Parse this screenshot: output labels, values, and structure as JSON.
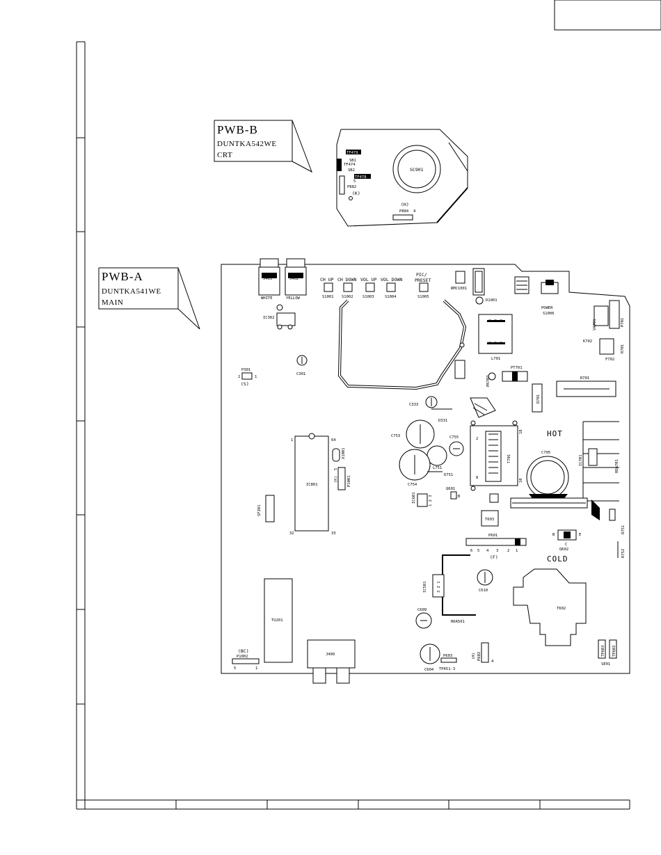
{
  "boards": {
    "pwb_b": {
      "title": "PWB-B",
      "part": "DUNTKA542WE",
      "unit": "CRT"
    },
    "pwb_a": {
      "title": "PWB-A",
      "part": "DUNTKA541WE",
      "unit": "MAIN"
    }
  },
  "crt_board": {
    "socket": "SC901",
    "connector": "P884",
    "connector_pins": "4",
    "connector_group": "(H)",
    "p882": "P882",
    "p882_pins": "5",
    "p882_group": "(K)",
    "labels": [
      "TF479",
      "TF478",
      "TF474",
      "SB2",
      "SB1"
    ]
  },
  "main_board": {
    "jacks": [
      {
        "ref": "J403",
        "color": "WHITE"
      },
      {
        "ref": "J402",
        "color": "YELLOW"
      }
    ],
    "switches": [
      {
        "label": "CH UP",
        "ref": "S1001"
      },
      {
        "label": "CH DOWN",
        "ref": "S1002"
      },
      {
        "label": "VOL UP",
        "ref": "S1003"
      },
      {
        "label": "VOL DOWN",
        "ref": "S1004"
      },
      {
        "label": "PIC/\nPRESET",
        "ref": "S1005"
      }
    ],
    "rmc": "RMC1001",
    "led": "D1001",
    "power": {
      "label": "POWER",
      "ref": "S1006"
    },
    "ic302": "IC302",
    "c301": "C301",
    "p301": {
      "ref": "P301",
      "pin_left": "2",
      "pin_right": "1",
      "group": "(S)"
    },
    "c333": "C333",
    "d331": "D331",
    "l701": "L701",
    "pr702": "PR702",
    "pt701": "PT701",
    "d701": "D701",
    "r701": "R701",
    "va701": "VA701",
    "p701": "P701",
    "k702": "K702",
    "r701b": "R701",
    "f702": "F702",
    "ic801": "IC801",
    "ic801_pins": {
      "top_left": "1",
      "top_right": "64",
      "bottom_left": "32",
      "bottom_right": "33"
    },
    "x1001": "X1001",
    "p1001": {
      "ref": "P1001",
      "group": "(K)",
      "pin": "5"
    },
    "sf201": "SF201",
    "c753": "C753",
    "c755": "C755",
    "l751": "L751",
    "c754": "C754",
    "d751": "D751",
    "t701": {
      "ref": "T701",
      "pin_top_left": "2",
      "pin_top_right": "18",
      "pin_bottom_left": "8",
      "pin_bottom_right": "10"
    },
    "hot_label": "HOT",
    "c705": "C705",
    "ic701": "IC701",
    "rda701": "RDA701",
    "ic601": {
      "ref": "IC601",
      "pins": "1 2 3"
    },
    "q601": {
      "ref": "Q601",
      "pin": "B"
    },
    "t603": "T603",
    "p601": {
      "ref": "P601",
      "pins": [
        "6",
        "5",
        "4",
        "3",
        "2",
        "1"
      ],
      "group": "(F)"
    },
    "q602": {
      "ref": "Q602",
      "pin_b": "B",
      "pin_e": "E",
      "pin_c": "C"
    },
    "r751": "R751",
    "r752": "R752",
    "cold_label": "COLD",
    "tu201": "TU201",
    "p1002": {
      "ref": "P1002",
      "group": "(BC)",
      "pin_left": "5",
      "pin_right": "1"
    },
    "j409": "J409",
    "ic501": {
      "ref": "IC501",
      "pins": "3 2 1"
    },
    "c610": "C610",
    "c609": "C609",
    "rda501": "RDA501",
    "c604": "C604",
    "p603": "P603",
    "tp651": "TP651-3",
    "p602": {
      "ref": "P602",
      "group": "(H)",
      "pin": "4"
    },
    "t602": "T602",
    "tp603": "TP603",
    "tp602": "TP602",
    "se01": "SE01"
  }
}
